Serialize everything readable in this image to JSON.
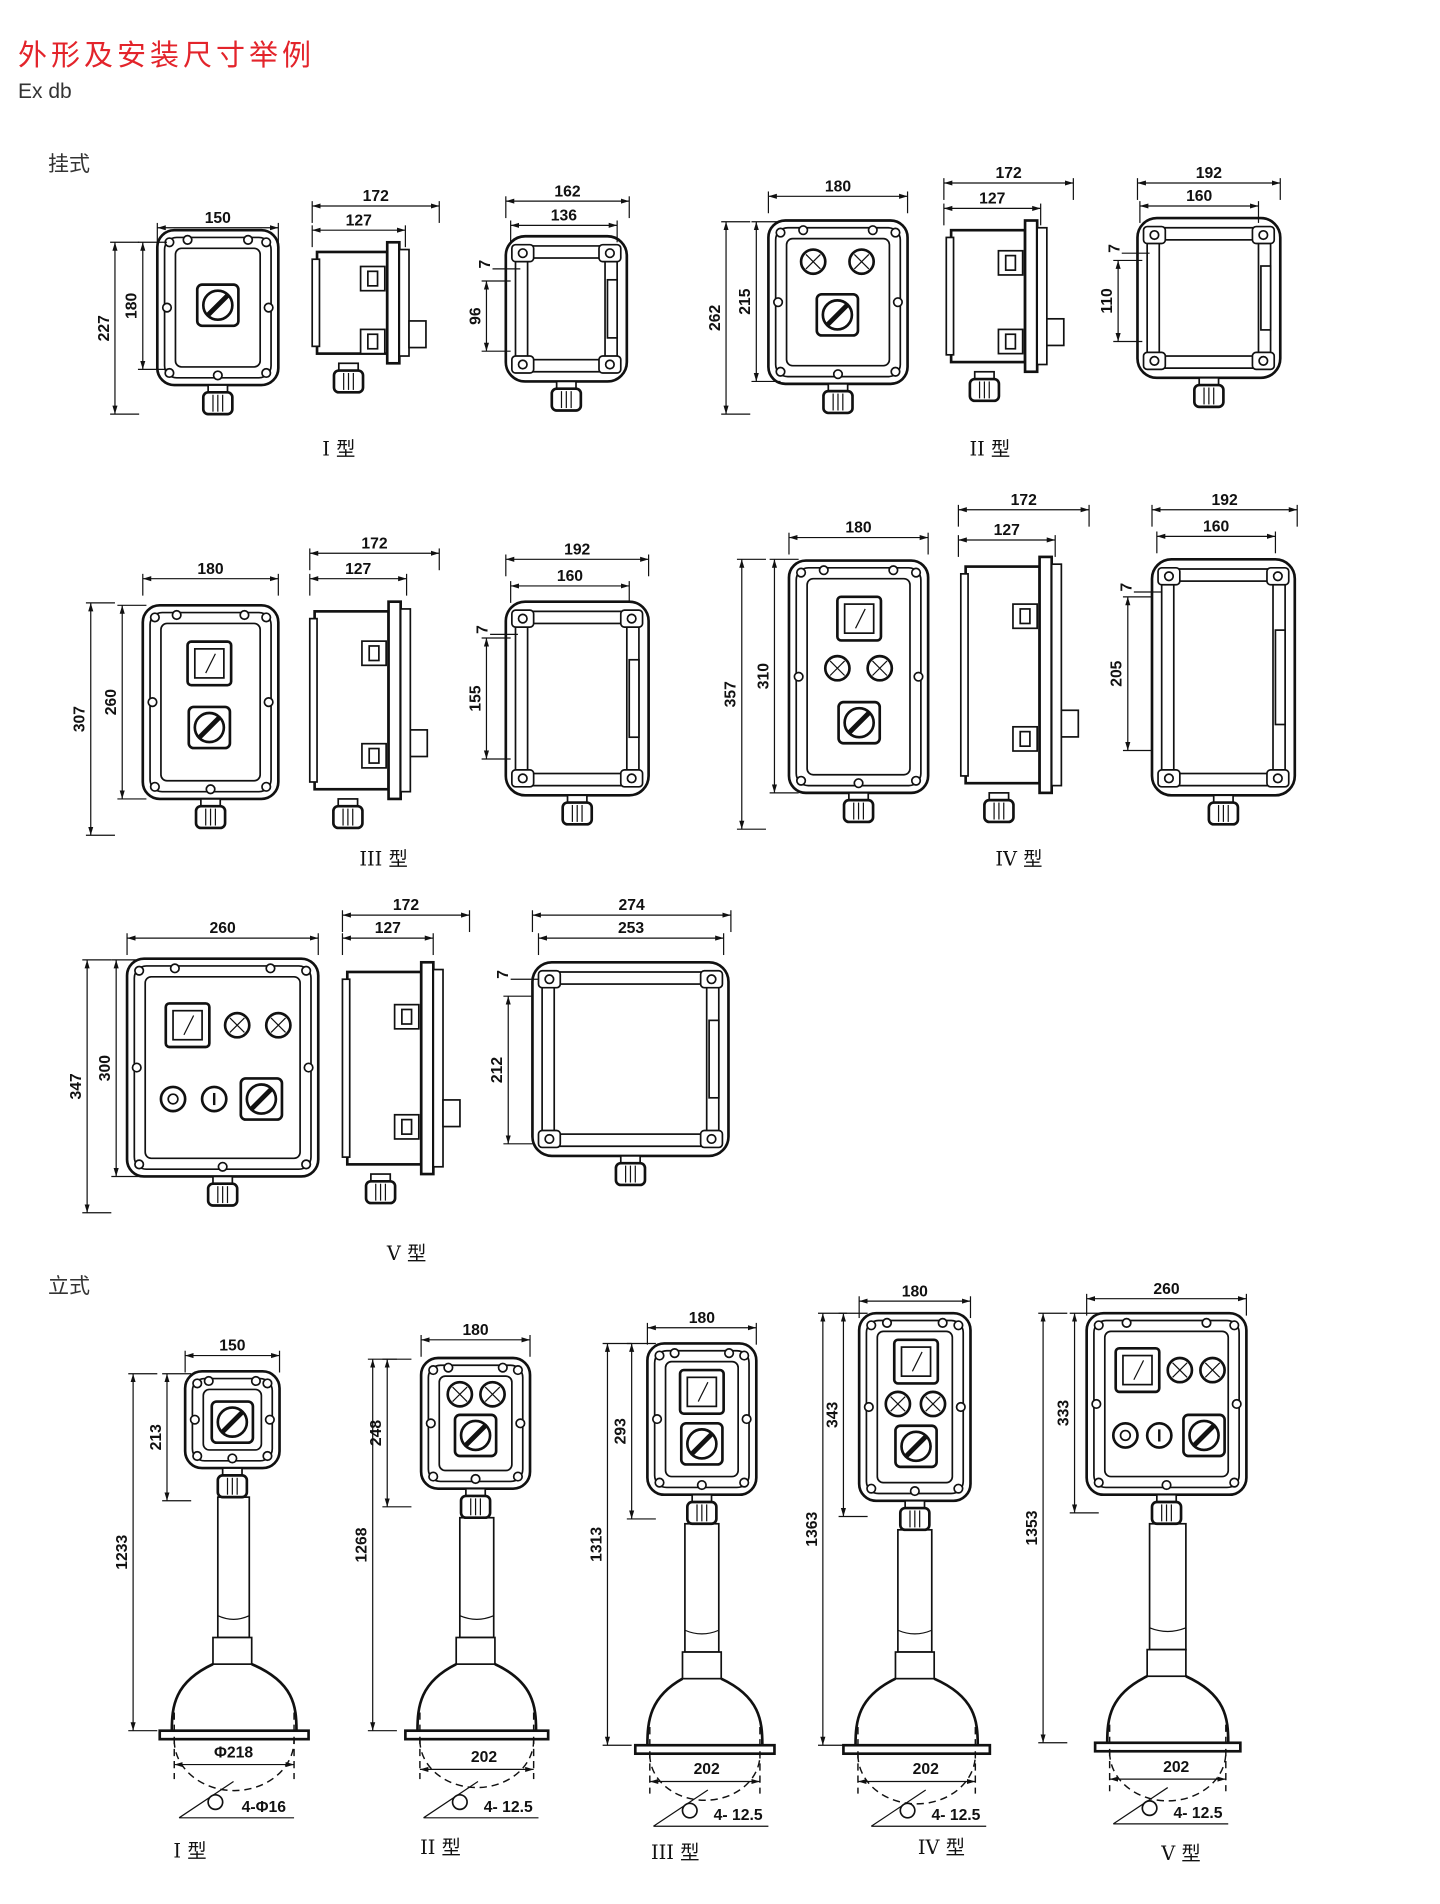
{
  "title": "外形及安装尺寸举例",
  "subtitle": "Ex db",
  "sections": {
    "hanging": "挂式",
    "standing": "立式"
  },
  "hanging_types": [
    {
      "label": "I 型",
      "front_width": "150",
      "outer_height": "227",
      "inner_height": "180",
      "side_outer": "172",
      "side_inner": "127",
      "back_outer": "162",
      "back_inner": "136",
      "back_height": "96",
      "hole": "7"
    },
    {
      "label": "II 型",
      "front_width": "180",
      "outer_height": "262",
      "inner_height": "215",
      "side_outer": "172",
      "side_inner": "127",
      "back_outer": "192",
      "back_inner": "160",
      "back_height": "110",
      "hole": "7"
    },
    {
      "label": "III 型",
      "front_width": "180",
      "outer_height": "307",
      "inner_height": "260",
      "side_outer": "172",
      "side_inner": "127",
      "back_outer": "192",
      "back_inner": "160",
      "back_height": "155",
      "hole": "7"
    },
    {
      "label": "IV 型",
      "front_width": "180",
      "outer_height": "357",
      "inner_height": "310",
      "side_outer": "172",
      "side_inner": "127",
      "back_outer": "192",
      "back_inner": "160",
      "back_height": "205",
      "hole": "7"
    },
    {
      "label": "V 型",
      "front_width": "260",
      "outer_height": "347",
      "inner_height": "300",
      "side_outer": "172",
      "side_inner": "127",
      "back_outer": "274",
      "back_inner": "253",
      "back_height": "212",
      "hole": "7"
    }
  ],
  "standing_types": [
    {
      "label": "I 型",
      "width": "150",
      "box_height": "213",
      "total_height": "1233",
      "base": "Φ218",
      "holes": "4-Φ16"
    },
    {
      "label": "II 型",
      "width": "180",
      "box_height": "248",
      "total_height": "1268",
      "base": "202",
      "holes": "4-  12.5"
    },
    {
      "label": "III 型",
      "width": "180",
      "box_height": "293",
      "total_height": "1313",
      "base": "202",
      "holes": "4-  12.5"
    },
    {
      "label": "IV 型",
      "width": "180",
      "box_height": "343",
      "total_height": "1363",
      "base": "202",
      "holes": "4-  12.5"
    },
    {
      "label": "V 型",
      "width": "260",
      "box_height": "333",
      "total_height": "1353",
      "base": "202",
      "holes": "4-  12.5"
    }
  ],
  "colors": {
    "title": "#e3242b",
    "text": "#333333",
    "line": "#111111"
  }
}
